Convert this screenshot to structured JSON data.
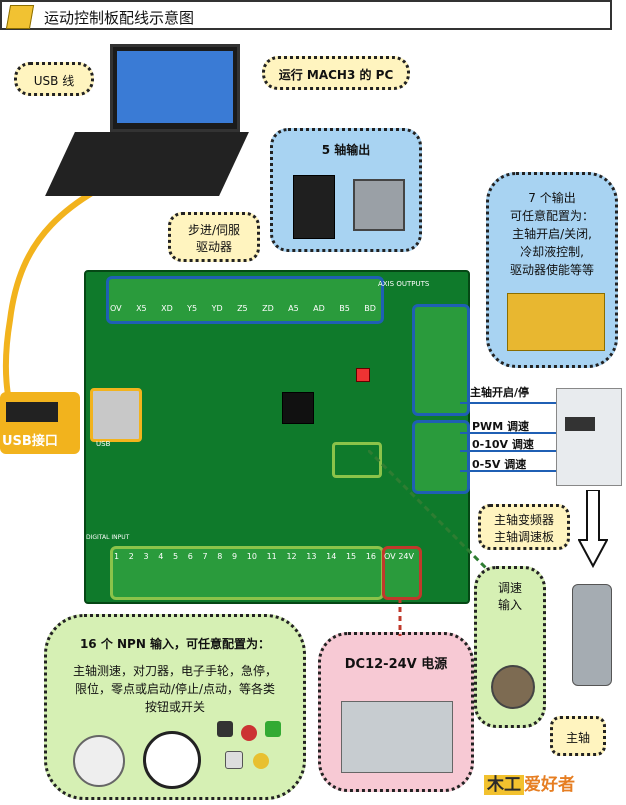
{
  "title": "运动控制板配线示意图",
  "labels": {
    "usb_cable": "USB 线",
    "pc": "运行 MACH3 的 PC",
    "axis_output": "5 轴输出",
    "stepper_driver": "步进/伺服\n驱动器",
    "outputs": "7 个输出\n可任意配置为：\n主轴开启/关闭,\n冷却液控制,\n驱动器使能等等",
    "spindle_on_off": "主轴开启/停",
    "pwm": "PWM 调速",
    "v10": "0-10V 调速",
    "v5": "0-5V 调速",
    "vfd": "主轴变频器\n主轴调速板",
    "usb_port": "USB接口",
    "inputs": "16 个 NPN 输入，可任意配置为：",
    "inputs_detail": "主轴测速，对刀器，电子手轮，急停，\n限位，零点或启动/停止/点动，等各类\n按钮或开关",
    "power": "DC12-24V 电源",
    "speed_input": "调速\n输入",
    "spindle": "主轴",
    "brand": "爱好者"
  },
  "board": {
    "top_pins": [
      "OV",
      "X5",
      "XD",
      "Y5",
      "YD",
      "Z5",
      "ZD",
      "A5",
      "AD",
      "B5",
      "BD"
    ],
    "bottom_pins": [
      "1",
      "2",
      "3",
      "4",
      "5",
      "6",
      "7",
      "8",
      "9",
      "10",
      "11",
      "12",
      "13",
      "14",
      "15",
      "16"
    ],
    "power_pins": [
      "OV",
      "24V"
    ],
    "usb_text": "USB",
    "axis_outputs_text": "AXIS OUTPUTS",
    "digital_input_text": "DIGITAL INPUT"
  },
  "colors": {
    "blue_bubble": "#a8d3f2",
    "green_bubble": "#d6f0b4",
    "pink_bubble": "#f7c9d4",
    "yellow_bubble": "#fff4bf",
    "pcb": "#0f7a2b",
    "usb_cable": "#f2b31d"
  }
}
